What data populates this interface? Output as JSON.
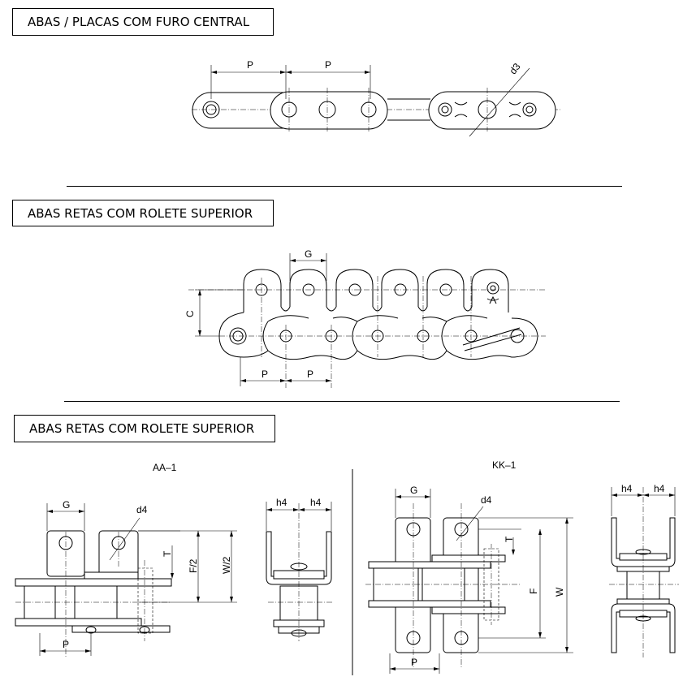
{
  "sections": [
    {
      "title": "ABAS / PLACAS COM FURO CENTRAL"
    },
    {
      "title": "ABAS RETAS COM ROLETE SUPERIOR"
    },
    {
      "title": "ABAS RETAS COM ROLETE SUPERIOR"
    }
  ],
  "labels": {
    "p": "P",
    "g": "G",
    "c": "C",
    "d3": "d3",
    "d4": "d4",
    "h4": "h4",
    "t": "T",
    "f": "F",
    "f_half": "F/2",
    "w": "W",
    "w_half": "W/2",
    "aa1": "AA–1",
    "kk1": "KK–1"
  }
}
